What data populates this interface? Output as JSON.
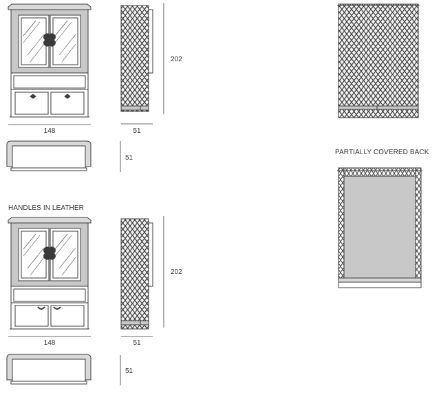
{
  "labels": {
    "width_top": "148",
    "depth_top_side": "51",
    "height_top": "202",
    "depth_top_plan": "51",
    "handles_caption": "HANDLES IN LEATHER",
    "width_bottom": "148",
    "depth_bottom_side": "51",
    "height_bottom": "202",
    "depth_bottom_plan": "51",
    "back_caption": "PARTIALLY COVERED BACK"
  },
  "colors": {
    "line": "#3a3a3a",
    "panel_fill": "#c8c8c8",
    "frame_fill": "#d9d9d9",
    "quilt_fill": "#4a4a4a"
  }
}
